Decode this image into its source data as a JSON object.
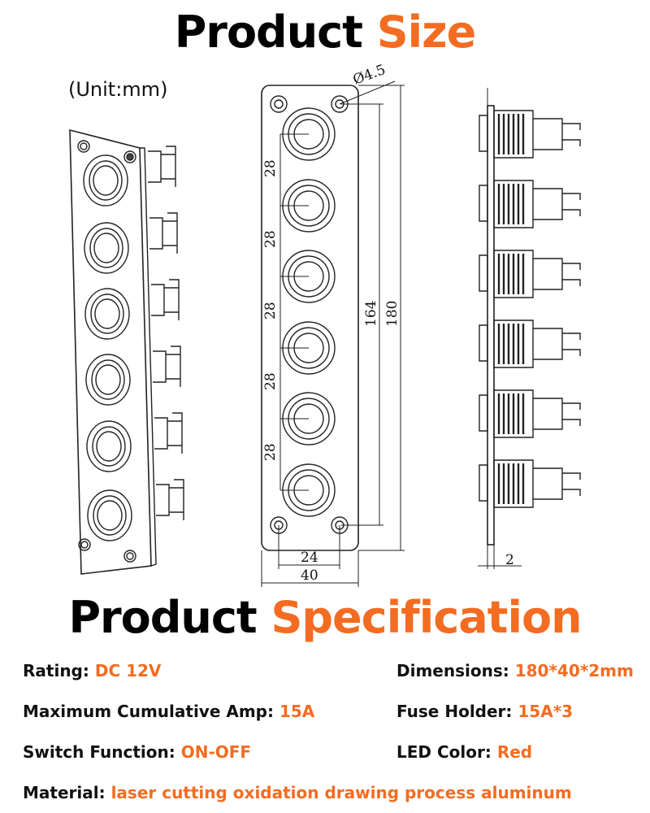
{
  "titles": {
    "size_part1": "Product",
    "size_part2": "Size",
    "spec_part1": "Product",
    "spec_part2": "Specification"
  },
  "unit_label": "(Unit:mm)",
  "dimensions_drawing": {
    "hole_diameter": "Ø4.5",
    "pitch": "28",
    "hole_span_vertical": "164",
    "total_height": "180",
    "hole_span_horizontal": "24",
    "total_width": "40",
    "thickness": "2"
  },
  "specs": {
    "rating": {
      "label": "Rating:",
      "value": "DC 12V"
    },
    "dimensions": {
      "label": "Dimensions:",
      "value": "180*40*2mm"
    },
    "max_amp": {
      "label": "Maximum Cumulative Amp:",
      "value": "15A"
    },
    "fuse_holder": {
      "label": "Fuse Holder:",
      "value": "15A*3"
    },
    "switch_function": {
      "label": "Switch Function:",
      "value": "ON-OFF"
    },
    "led_color": {
      "label": "LED Color:",
      "value": "Red"
    },
    "material": {
      "label": "Material:",
      "value": "laser cutting oxidation drawing process aluminum"
    }
  },
  "colors": {
    "accent": "#f36c21",
    "text": "#111111",
    "line": "#222222"
  }
}
